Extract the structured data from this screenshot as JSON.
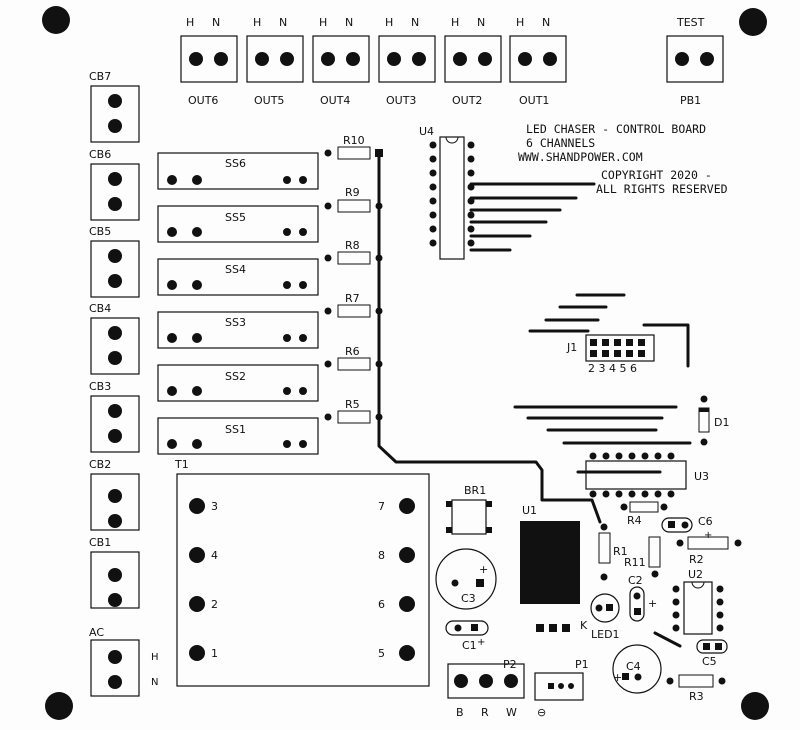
{
  "colors": {
    "ink": "#111111",
    "board": "#fdfdfd"
  },
  "title_block": {
    "line1": "LED CHASER - CONTROL BOARD",
    "line2": "6 CHANNELS",
    "line3": "WWW.SHANDPOWER.COM",
    "line4": "COPYRIGHT 2020 -",
    "line5": "ALL RIGHTS RESERVED"
  },
  "outputs": [
    {
      "label": "OUT6",
      "h": "H",
      "n": "N"
    },
    {
      "label": "OUT5",
      "h": "H",
      "n": "N"
    },
    {
      "label": "OUT4",
      "h": "H",
      "n": "N"
    },
    {
      "label": "OUT3",
      "h": "H",
      "n": "N"
    },
    {
      "label": "OUT2",
      "h": "H",
      "n": "N"
    },
    {
      "label": "OUT1",
      "h": "H",
      "n": "N"
    }
  ],
  "test": {
    "top": "TEST",
    "bottom": "PB1"
  },
  "breakers": [
    "CB7",
    "CB6",
    "CB5",
    "CB4",
    "CB3",
    "CB2",
    "CB1"
  ],
  "ac": {
    "label": "AC",
    "h": "H",
    "n": "N"
  },
  "relays": [
    "SS6",
    "SS5",
    "SS4",
    "SS3",
    "SS2",
    "SS1"
  ],
  "resistors_left": [
    "R10",
    "R9",
    "R8",
    "R7",
    "R6",
    "R5"
  ],
  "transformer": {
    "label": "T1",
    "pins_left": [
      "3",
      "4",
      "2",
      "1"
    ],
    "pins_right": [
      "7",
      "8",
      "6",
      "5"
    ]
  },
  "parts": {
    "u4": "U4",
    "u3": "U3",
    "u1": "U1",
    "u2": "U2",
    "j1": "J1",
    "j1_pins": "2 3 4 5 6",
    "d1": "D1",
    "br1": "BR1",
    "c1": "C1",
    "c2": "C2",
    "c3": "C3",
    "c4": "C4",
    "c5": "C5",
    "c6": "C6",
    "r1": "R1",
    "r2": "R2",
    "r3": "R3",
    "r4": "R4",
    "r11": "R11",
    "led1": "LED1",
    "k": "K",
    "p1": "P1",
    "p2": "P2",
    "b": "B",
    "r": "R",
    "w": "W",
    "gnd": "⊖",
    "plus": "+"
  }
}
